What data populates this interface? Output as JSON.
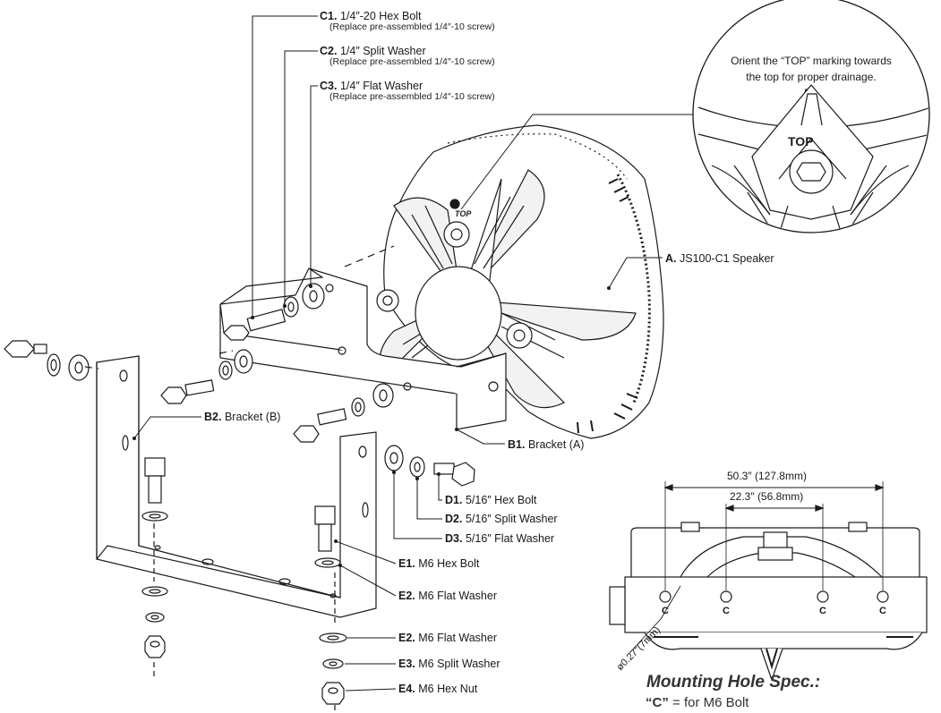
{
  "labels": {
    "c1": {
      "code": "C1.",
      "text": "1/4″-20 Hex Bolt",
      "sub": "(Replace pre-assembled 1/4″-10 screw)"
    },
    "c2": {
      "code": "C2.",
      "text": "1/4″ Split Washer",
      "sub": "(Replace pre-assembled 1/4″-10 screw)"
    },
    "c3": {
      "code": "C3.",
      "text": "1/4″ Flat Washer",
      "sub": "(Replace pre-assembled 1/4″-10 screw)"
    },
    "a": {
      "code": "A.",
      "text": "JS100-C1 Speaker"
    },
    "b1": {
      "code": "B1.",
      "text": "Bracket (A)"
    },
    "b2": {
      "code": "B2.",
      "text": "Bracket (B)"
    },
    "d1": {
      "code": "D1.",
      "text": "5/16″ Hex Bolt"
    },
    "d2": {
      "code": "D2.",
      "text": "5/16″ Split Washer"
    },
    "d3": {
      "code": "D3.",
      "text": "5/16″ Flat Washer"
    },
    "e1": {
      "code": "E1.",
      "text": "M6 Hex Bolt"
    },
    "e2a": {
      "code": "E2.",
      "text": "M6 Flat Washer"
    },
    "e2b": {
      "code": "E2.",
      "text": "M6 Flat Washer"
    },
    "e3": {
      "code": "E3.",
      "text": "M6 Split Washer"
    },
    "e4": {
      "code": "E4.",
      "text": "M6 Hex Nut"
    }
  },
  "callout": {
    "line1": "Orient the “TOP” marking towards",
    "line2": "the top for proper drainage."
  },
  "top_marks": {
    "detail": "TOP",
    "speaker": "TOP"
  },
  "mounting_spec": {
    "dim_outer": "50.3″ (127.8mm)",
    "dim_inner": "22.3″ (56.8mm)",
    "hole_dia": "ø0.27″(7mm)",
    "hole_label": "C",
    "title": "Mounting Hole Spec.:",
    "note_key": "“C”",
    "note_text": "= for  M6 Bolt"
  },
  "colors": {
    "line": "#1a1a1a",
    "fill": "#ffffff",
    "shade": "#d9d9d9"
  }
}
